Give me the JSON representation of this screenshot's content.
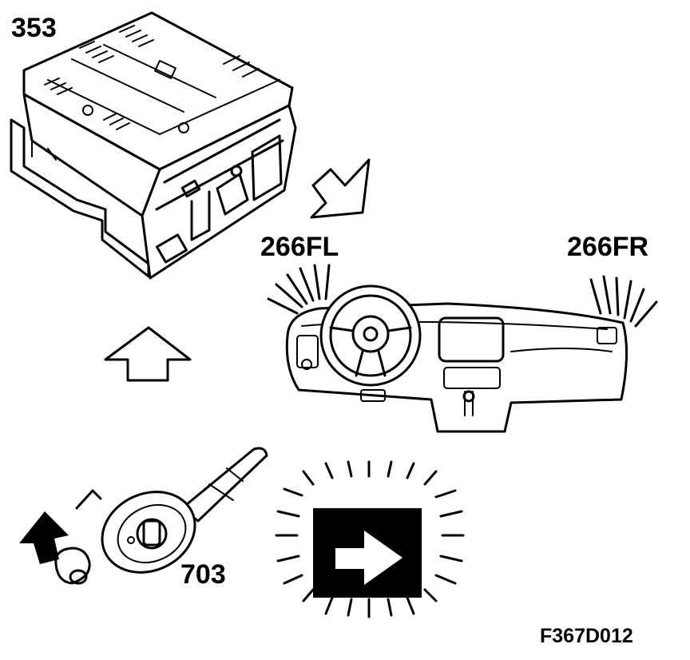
{
  "labels": {
    "radio_unit": "353",
    "speaker_front_left": "266FL",
    "speaker_front_right": "266FR",
    "turn_signal_switch": "703",
    "figure_code": "F367D012"
  },
  "colors": {
    "ink": "#000000",
    "paper": "#ffffff"
  },
  "icons": [
    "radio-unit-drawing",
    "dashboard-drawing",
    "stalk-switch-drawing",
    "turn-indicator-symbol",
    "hollow-arrow-up",
    "hollow-arrow-diagonal",
    "solid-arrow-up"
  ]
}
